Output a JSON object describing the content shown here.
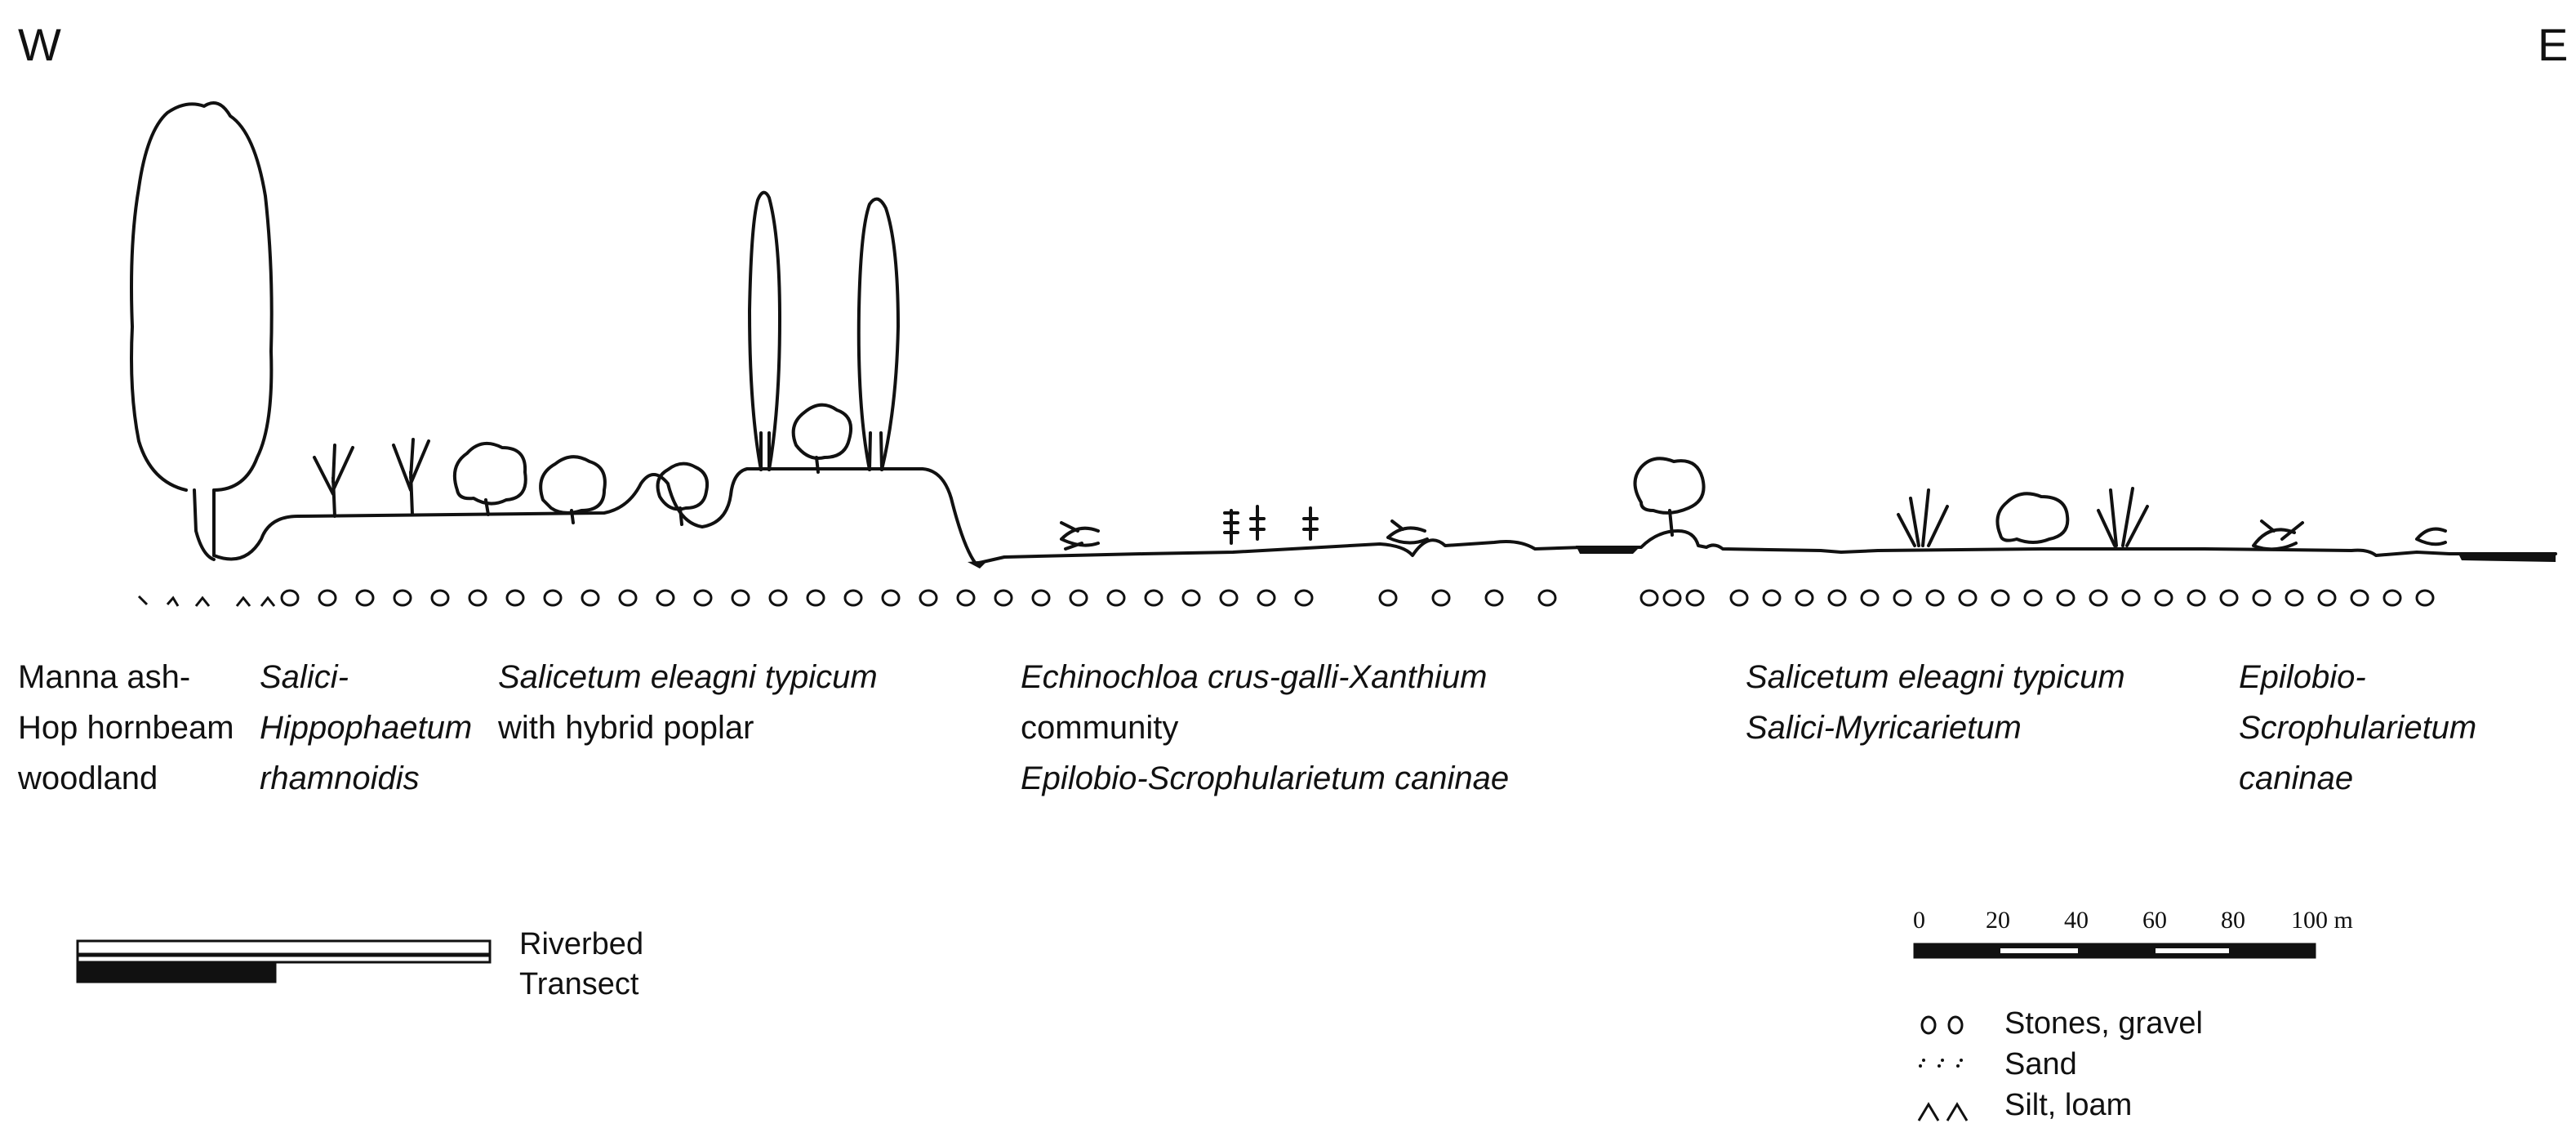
{
  "directions": {
    "west": "W",
    "east": "E"
  },
  "zones": [
    {
      "id": "manna",
      "lines": [
        {
          "t": "Manna ash-",
          "i": false
        },
        {
          "t": "Hop hornbeam",
          "i": false
        },
        {
          "t": "woodland",
          "i": false
        }
      ]
    },
    {
      "id": "salici-hippo",
      "lines": [
        {
          "t": "Salici-",
          "i": true
        },
        {
          "t": "Hippophaetum",
          "i": true
        },
        {
          "t": "rhamnoidis",
          "i": true
        }
      ]
    },
    {
      "id": "salicetum-poplar",
      "lines": [
        {
          "t": "Salicetum eleagni typicum",
          "i": true
        },
        {
          "t": "with hybrid poplar",
          "i": false
        }
      ]
    },
    {
      "id": "echinochloa",
      "lines": [
        {
          "t": "Echinochloa crus-galli-Xanthium",
          "i": true
        },
        {
          "t": "community",
          "i": false
        },
        {
          "t": "Epilobio-Scrophularietum caninae",
          "i": true
        }
      ]
    },
    {
      "id": "salicetum-myricarietum",
      "lines": [
        {
          "t": "Salicetum eleagni typicum",
          "i": true
        },
        {
          "t": "Salici-Myricarietum",
          "i": true
        }
      ]
    },
    {
      "id": "epilobio",
      "lines": [
        {
          "t": "Epilobio-",
          "i": true
        },
        {
          "t": "Scrophularietum",
          "i": true
        },
        {
          "t": "caninae",
          "i": true
        }
      ]
    }
  ],
  "line_legend": {
    "riverbed": "Riverbed",
    "transect": "Transect"
  },
  "scale": {
    "ticks": [
      "0",
      "20",
      "40",
      "60",
      "80",
      "100 m"
    ]
  },
  "substrate_legend": [
    {
      "symbol": "o o",
      "label": "Stones, gravel"
    },
    {
      "symbol": ": : :",
      "label": "Sand"
    },
    {
      "symbol": "∧∧",
      "label": "Silt, loam"
    }
  ]
}
